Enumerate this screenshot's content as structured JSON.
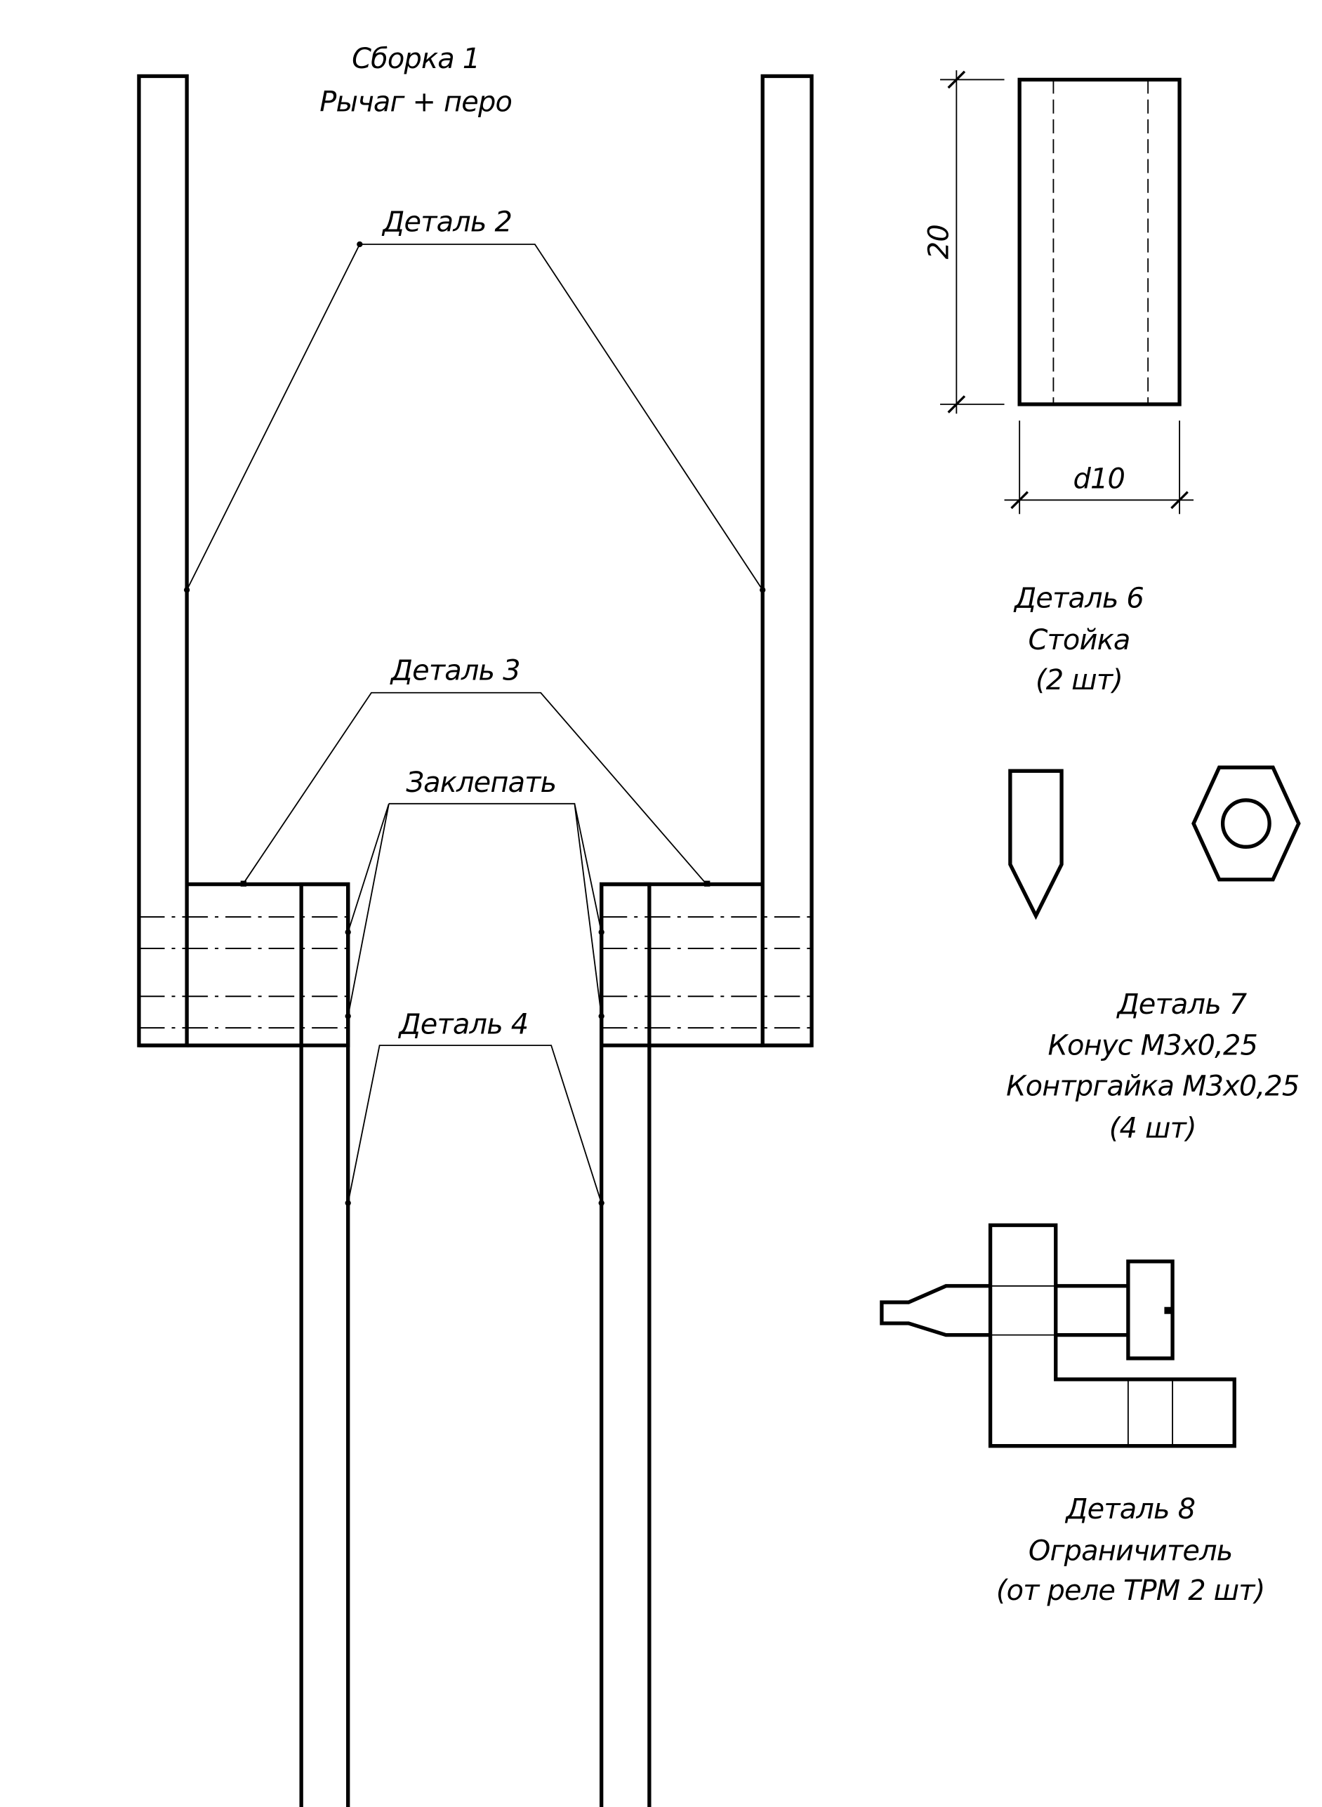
{
  "assembly": {
    "title": "Сборка 1",
    "subtitle": "Рычаг + перо"
  },
  "callouts": {
    "detail2": "Деталь 2",
    "detail3": "Деталь 3",
    "rivet": "Заклепать",
    "detail4": "Деталь 4"
  },
  "detail6": {
    "dim_height": "20",
    "dim_diameter": "d10",
    "title": "Деталь 6",
    "name": "Стойка",
    "qty": "(2 шт)"
  },
  "detail7": {
    "title": "Деталь 7",
    "line1": "Конус М3х0,25",
    "line2": "Контргайка М3х0,25",
    "qty": "(4 шт)"
  },
  "detail8": {
    "title": "Деталь 8",
    "name": "Ограничитель",
    "note": "(от реле ТРМ 2 шт)"
  }
}
